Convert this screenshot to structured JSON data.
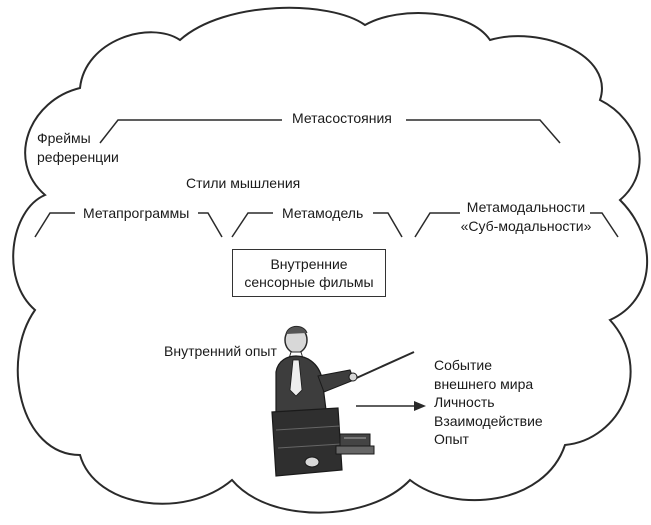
{
  "diagram": {
    "meta_states": "Метасостояния",
    "frames": [
      "Фреймы",
      "референции"
    ],
    "thinking_styles": "Стили мышления",
    "meta_programs": "Метапрограммы",
    "meta_model": "Метамодель",
    "meta_modalities": [
      "Метамодальности",
      "«Суб-модальности»"
    ],
    "inner_films": [
      "Внутренние",
      "сенсорные фильмы"
    ],
    "inner_experience": "Внутренний опыт",
    "external_world": [
      "Событие",
      "внешнего мира",
      "Личность",
      "Взаимодействие",
      "Опыт"
    ]
  }
}
